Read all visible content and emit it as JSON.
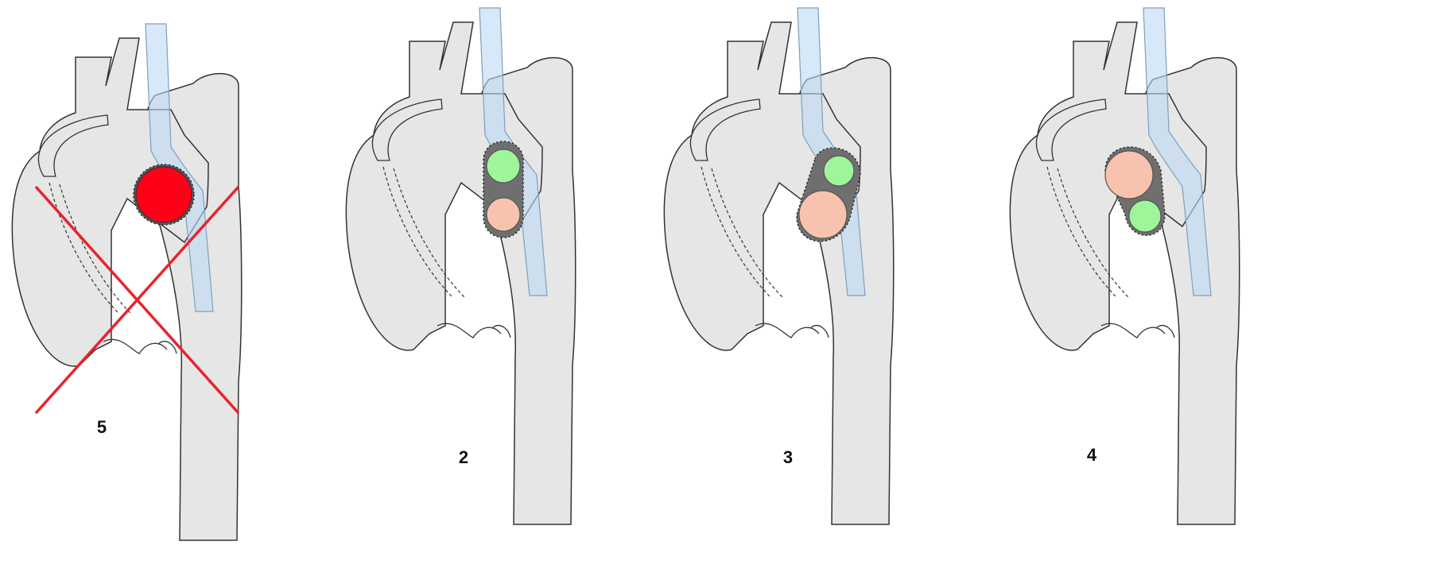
{
  "colors": {
    "heart_fill": "#e6e6e6",
    "outline": "#333333",
    "trachea_fill": "#bcd8f3",
    "ring_fill": "#6f6f6f",
    "green_vessel": "#9ff59a",
    "peach_vessel": "#f8c3ae",
    "red_vessel": "#ff0019",
    "cross_color": "#e8242c"
  },
  "panels": [
    {
      "label": "5",
      "variant": "single-red",
      "crossed": true
    },
    {
      "label": "2",
      "variant": "green-over-peach-equal",
      "crossed": false
    },
    {
      "label": "3",
      "variant": "small-green-over-large-peach",
      "crossed": false
    },
    {
      "label": "4",
      "variant": "large-peach-over-small-green",
      "crossed": false
    }
  ]
}
